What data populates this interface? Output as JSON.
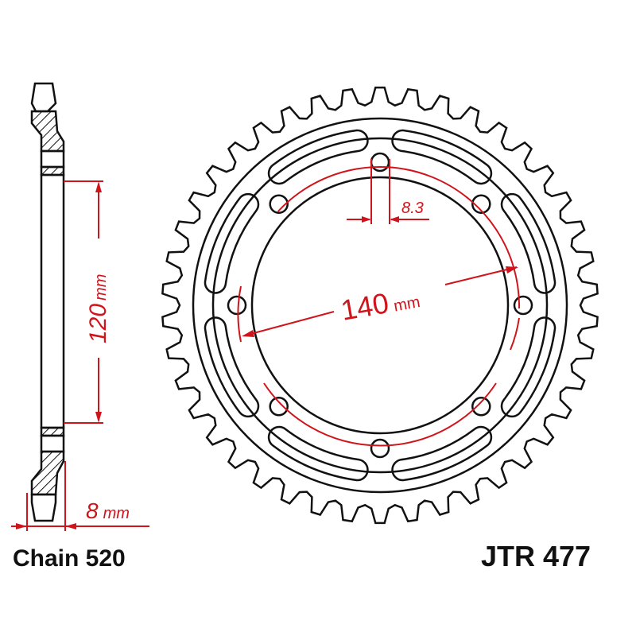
{
  "labels": {
    "chain": "Chain 520",
    "part": "JTR 477",
    "offset_value": "120",
    "offset_unit": "mm",
    "thickness_value": "8",
    "thickness_unit": "mm",
    "pcd_value": "140",
    "pcd_unit": "mm",
    "hole_dia": "8.3"
  },
  "colors": {
    "dimension": "#d0141c",
    "outline": "#111111"
  }
}
